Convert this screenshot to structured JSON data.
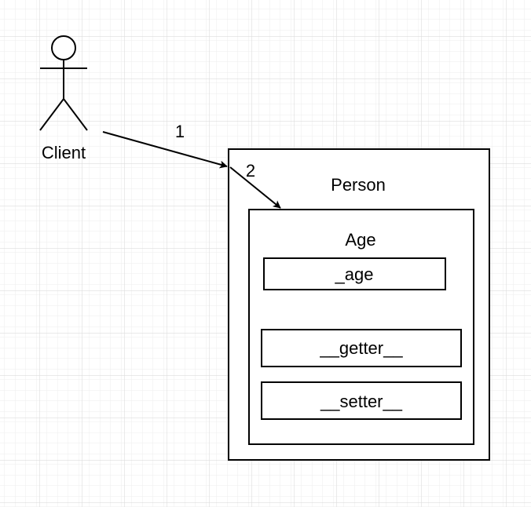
{
  "actor": {
    "label": "Client"
  },
  "arrows": {
    "first_label": "1",
    "second_label": "2"
  },
  "person": {
    "title": "Person",
    "age": {
      "title": "Age",
      "field": "_age",
      "methods": [
        "__getter__",
        "__setter__"
      ]
    }
  },
  "colors": {
    "stroke": "#000000",
    "grid_minor": "#eeeeee",
    "grid_major": "#e0e0e0",
    "background": "#ffffff"
  }
}
